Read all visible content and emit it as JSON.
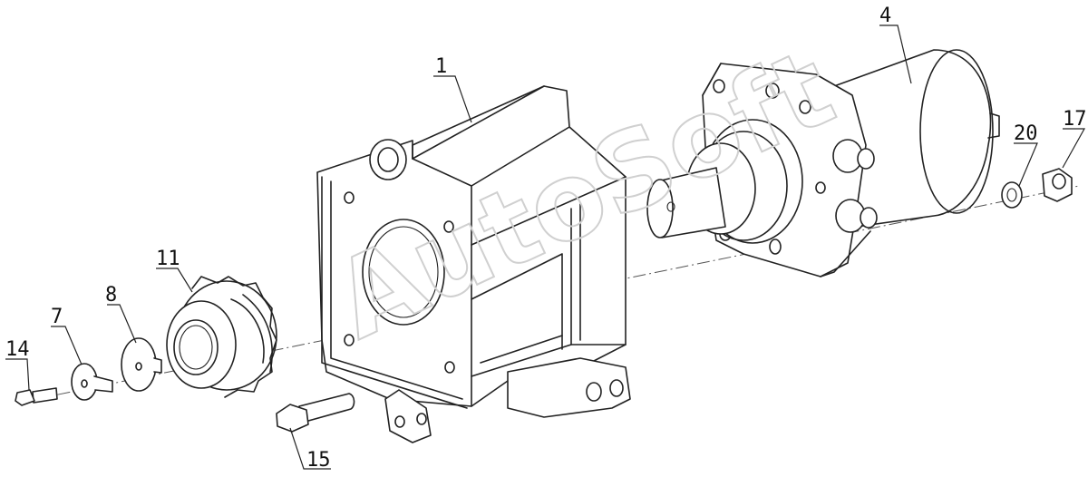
{
  "watermark": "AutoSoft",
  "callouts": {
    "c1": "1",
    "c4": "4",
    "c7": "7",
    "c8": "8",
    "c11": "11",
    "c14": "14",
    "c15": "15",
    "c17": "17",
    "c20": "20"
  }
}
